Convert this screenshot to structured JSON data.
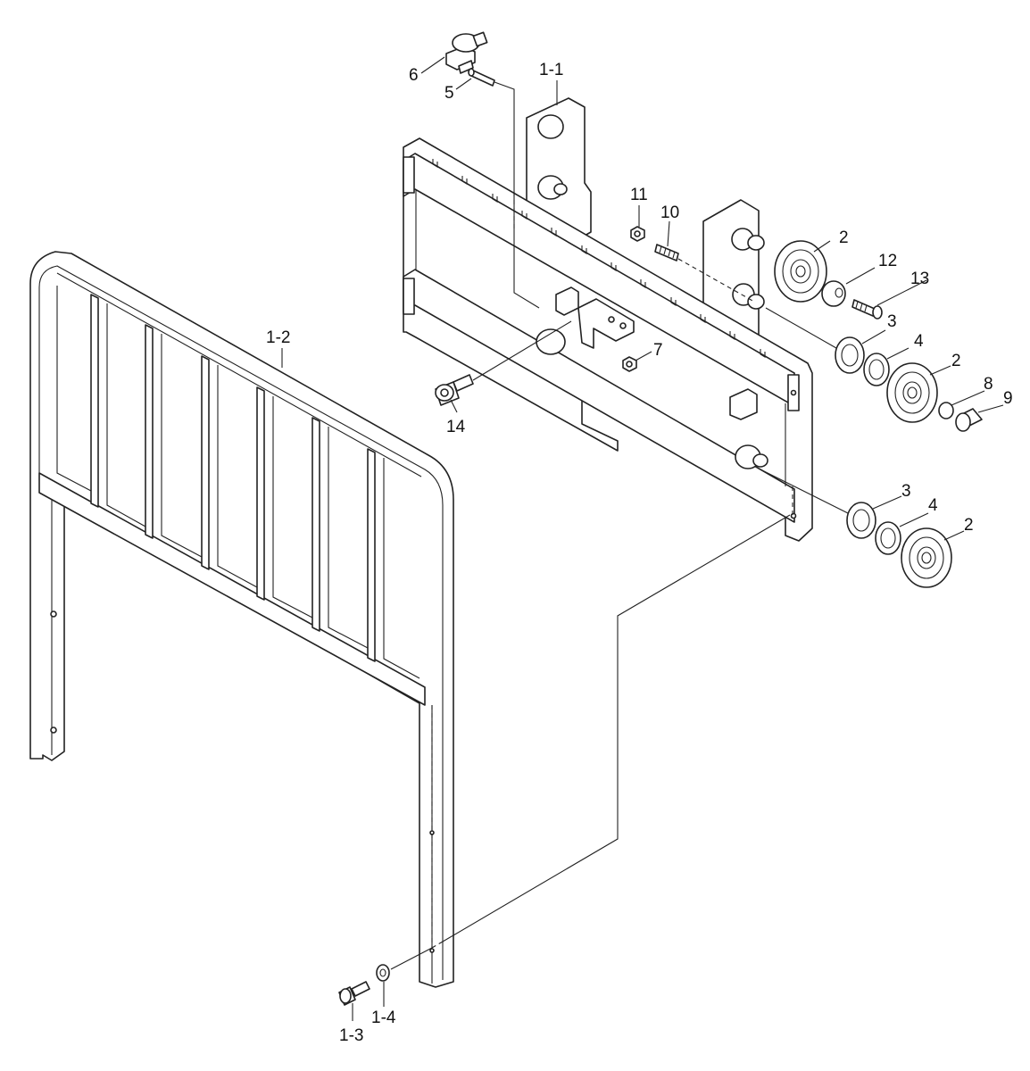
{
  "callouts": {
    "p1_1": "1-1",
    "p1_2": "1-2",
    "p1_3": "1-3",
    "p1_4": "1-4",
    "p2": "2",
    "p3": "3",
    "p4": "4",
    "p5": "5",
    "p6": "6",
    "p7": "7",
    "p8": "8",
    "p9": "9",
    "p10": "10",
    "p11": "11",
    "p12": "12",
    "p13": "13",
    "p14": "14"
  }
}
